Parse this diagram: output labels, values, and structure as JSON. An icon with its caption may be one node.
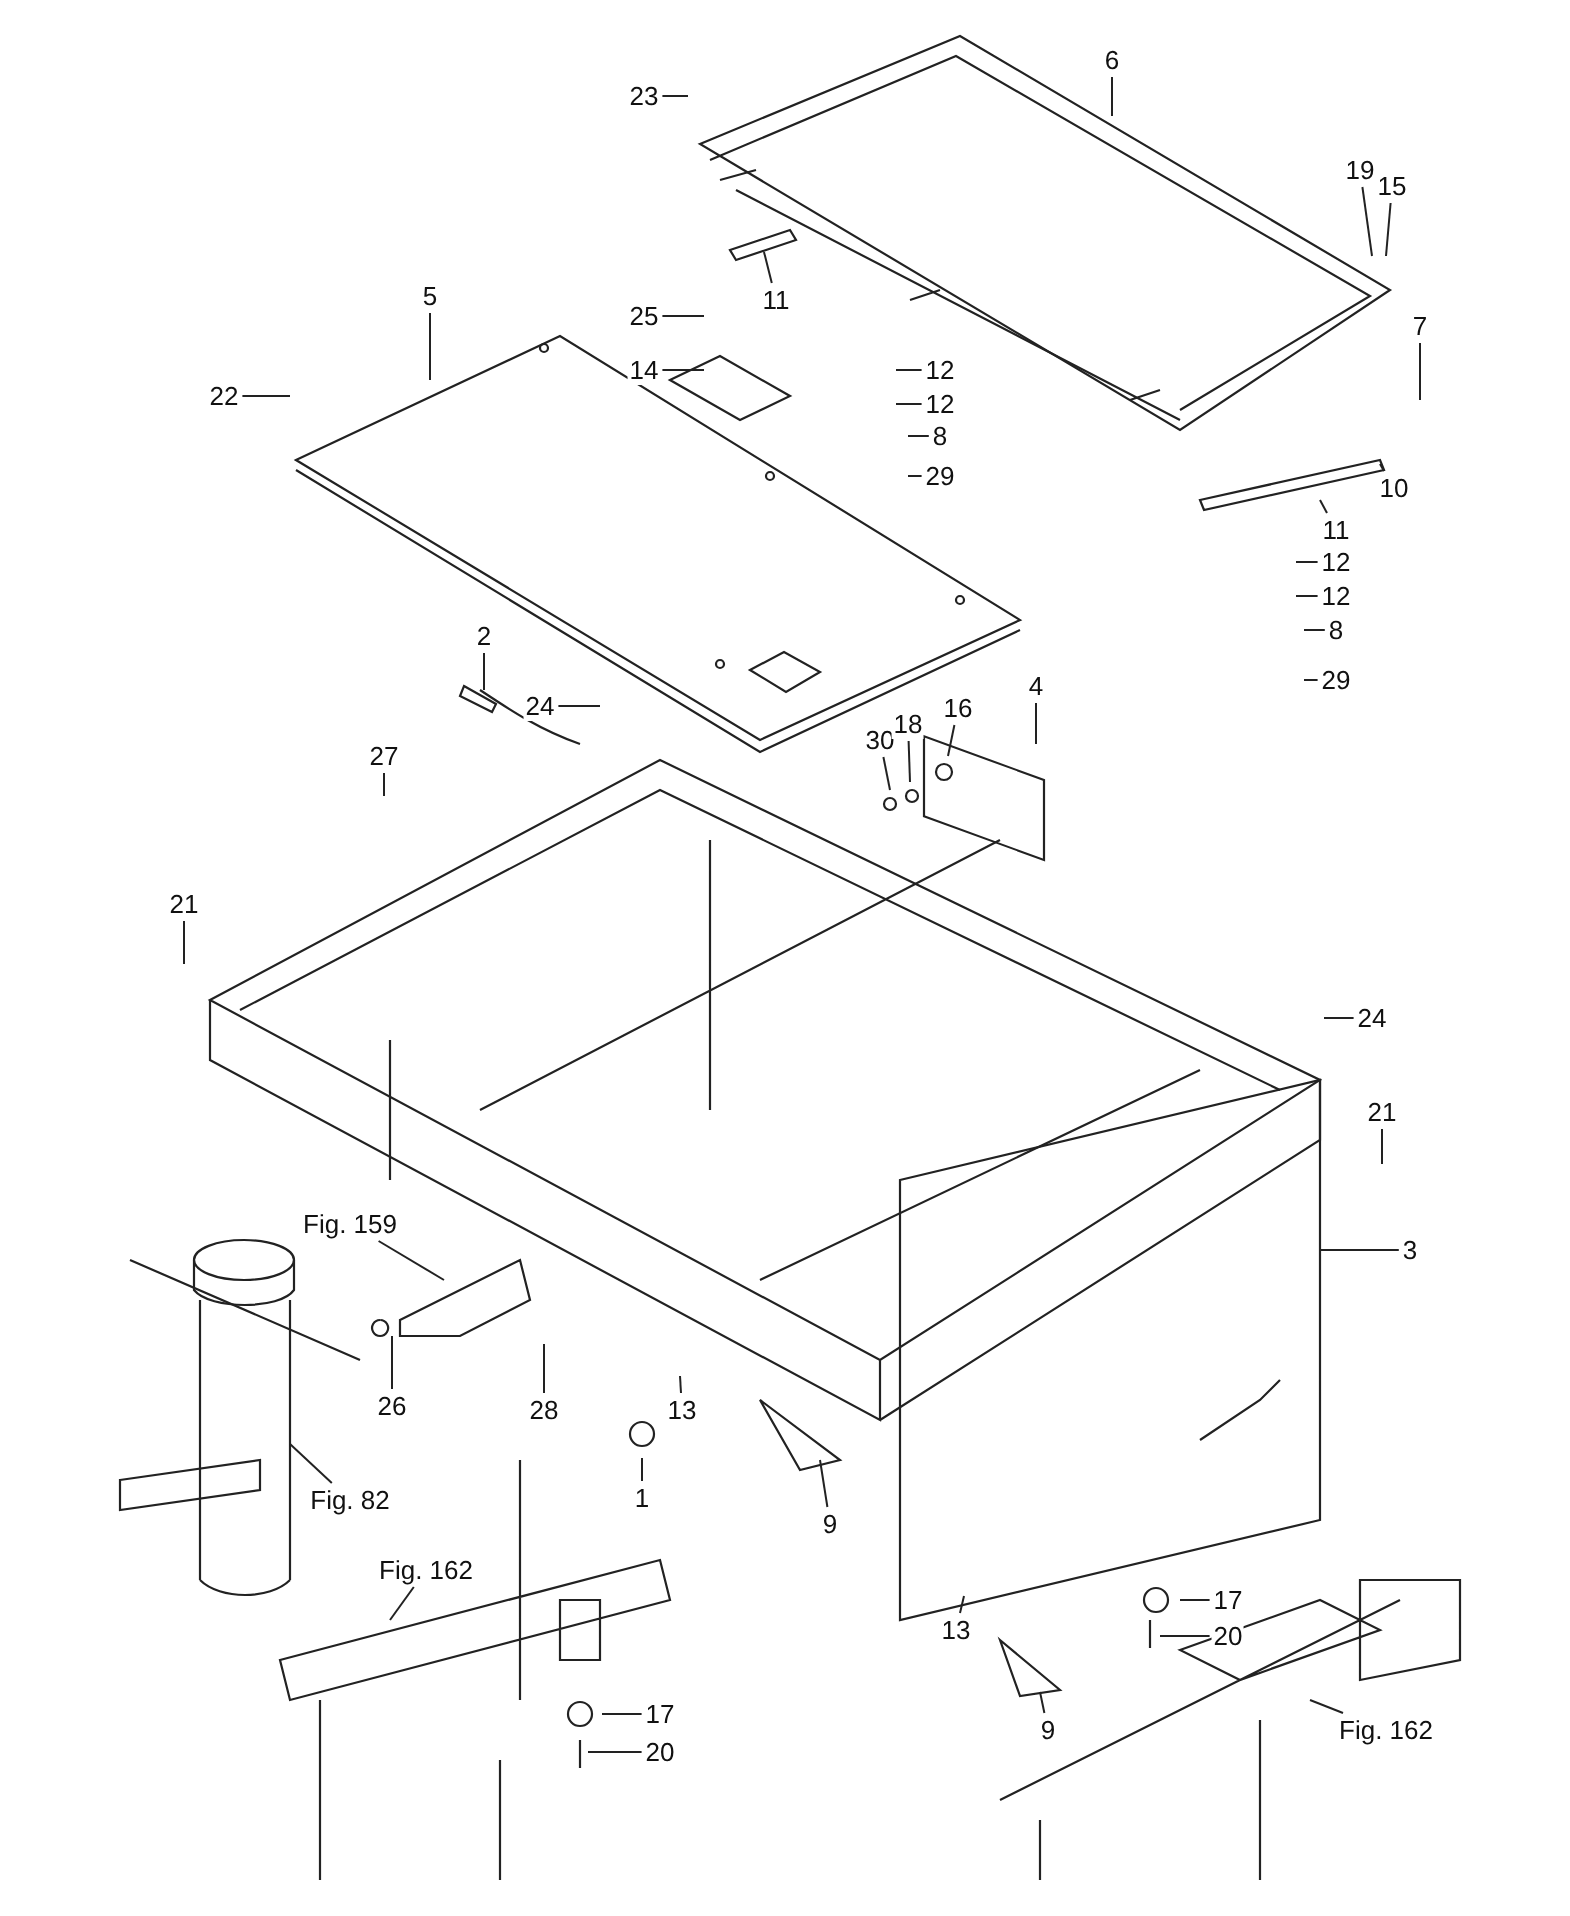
{
  "diagram": {
    "nodes": [
      {
        "text": [
          "6"
        ]
      },
      {
        "text": [
          "23"
        ]
      },
      {
        "text": [
          "19"
        ]
      },
      {
        "text": [
          "15"
        ]
      },
      {
        "text": [
          "11"
        ]
      },
      {
        "text": [
          "5"
        ]
      },
      {
        "text": [
          "25"
        ]
      },
      {
        "text": [
          "7"
        ]
      },
      {
        "text": [
          "14"
        ]
      },
      {
        "text": [
          "12"
        ]
      },
      {
        "text": [
          "12"
        ]
      },
      {
        "text": [
          "22"
        ]
      },
      {
        "text": [
          "8"
        ]
      },
      {
        "text": [
          "29"
        ]
      },
      {
        "text": [
          "10"
        ]
      },
      {
        "text": [
          "11"
        ]
      },
      {
        "text": [
          "12"
        ]
      },
      {
        "text": [
          "12"
        ]
      },
      {
        "text": [
          "8"
        ]
      },
      {
        "text": [
          "2"
        ]
      },
      {
        "text": [
          "29"
        ]
      },
      {
        "text": [
          "24"
        ]
      },
      {
        "text": [
          "4"
        ]
      },
      {
        "text": [
          "30"
        ]
      },
      {
        "text": [
          "18"
        ]
      },
      {
        "text": [
          "16"
        ]
      },
      {
        "text": [
          "27"
        ]
      },
      {
        "text": [
          "21"
        ]
      },
      {
        "text": [
          "24"
        ]
      },
      {
        "text": [
          "21"
        ]
      },
      {
        "text": [
          "3"
        ]
      },
      {
        "text": [
          "Fig. 159"
        ]
      },
      {
        "text": [
          "26"
        ]
      },
      {
        "text": [
          "28"
        ]
      },
      {
        "text": [
          "13"
        ]
      },
      {
        "text": [
          "1"
        ]
      },
      {
        "text": [
          "9"
        ]
      },
      {
        "text": [
          "Fig. 82"
        ]
      },
      {
        "text": [
          "Fig. 162"
        ]
      },
      {
        "text": [
          "13"
        ]
      },
      {
        "text": [
          "17"
        ]
      },
      {
        "text": [
          "20"
        ]
      },
      {
        "text": [
          "9"
        ]
      },
      {
        "text": [
          "Fig. 162"
        ]
      },
      {
        "text": [
          "17"
        ]
      },
      {
        "text": [
          "20"
        ]
      }
    ],
    "edges": [
      {
        "from": 0,
        "to": null,
        "arrow": "none"
      },
      {
        "from": 1,
        "to": null,
        "arrow": "none"
      },
      {
        "from": 2,
        "to": null,
        "arrow": "none"
      },
      {
        "from": 3,
        "to": null,
        "arrow": "none"
      },
      {
        "from": 4,
        "to": null,
        "arrow": "none"
      },
      {
        "from": 5,
        "to": null,
        "arrow": "none"
      },
      {
        "from": 6,
        "to": null,
        "arrow": "none"
      },
      {
        "from": 7,
        "to": null,
        "arrow": "none"
      },
      {
        "from": 8,
        "to": null,
        "arrow": "none"
      },
      {
        "from": 9,
        "to": null,
        "arrow": "none"
      },
      {
        "from": 10,
        "to": null,
        "arrow": "none"
      },
      {
        "from": 11,
        "to": null,
        "arrow": "none"
      },
      {
        "from": 12,
        "to": null,
        "arrow": "none"
      },
      {
        "from": 13,
        "to": null,
        "arrow": "none"
      },
      {
        "from": 14,
        "to": null,
        "arrow": "none"
      },
      {
        "from": 15,
        "to": null,
        "arrow": "none"
      },
      {
        "from": 16,
        "to": null,
        "arrow": "none"
      },
      {
        "from": 17,
        "to": null,
        "arrow": "none"
      },
      {
        "from": 18,
        "to": null,
        "arrow": "none"
      },
      {
        "from": 19,
        "to": null,
        "arrow": "none"
      },
      {
        "from": 20,
        "to": null,
        "arrow": "none"
      },
      {
        "from": 21,
        "to": null,
        "arrow": "none"
      },
      {
        "from": 22,
        "to": null,
        "arrow": "none"
      },
      {
        "from": 23,
        "to": null,
        "arrow": "none"
      },
      {
        "from": 24,
        "to": null,
        "arrow": "none"
      },
      {
        "from": 25,
        "to": null,
        "arrow": "none"
      },
      {
        "from": 26,
        "to": null,
        "arrow": "none"
      },
      {
        "from": 27,
        "to": null,
        "arrow": "none"
      },
      {
        "from": 28,
        "to": null,
        "arrow": "none"
      },
      {
        "from": 29,
        "to": null,
        "arrow": "none"
      },
      {
        "from": 30,
        "to": null,
        "arrow": "none"
      },
      {
        "from": 31,
        "to": null,
        "arrow": "none"
      },
      {
        "from": 32,
        "to": null,
        "arrow": "none"
      },
      {
        "from": 33,
        "to": null,
        "arrow": "none"
      },
      {
        "from": 34,
        "to": null,
        "arrow": "none"
      },
      {
        "from": 35,
        "to": null,
        "arrow": "none"
      },
      {
        "from": 36,
        "to": null,
        "arrow": "none"
      },
      {
        "from": 37,
        "to": null,
        "arrow": "none"
      },
      {
        "from": 38,
        "to": null,
        "arrow": "none"
      },
      {
        "from": 39,
        "to": null,
        "arrow": "none"
      },
      {
        "from": 40,
        "to": null,
        "arrow": "none"
      },
      {
        "from": 41,
        "to": null,
        "arrow": "none"
      },
      {
        "from": 42,
        "to": null,
        "arrow": "none"
      },
      {
        "from": 43,
        "to": null,
        "arrow": "none"
      },
      {
        "from": 44,
        "to": null,
        "arrow": "none"
      },
      {
        "from": 45,
        "to": null,
        "arrow": "none"
      }
    ]
  }
}
